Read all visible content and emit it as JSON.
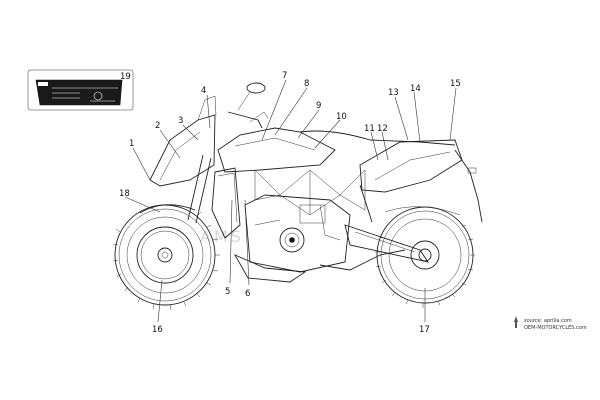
{
  "callouts": [
    {
      "id": "1",
      "label": "1"
    },
    {
      "id": "2",
      "label": "2"
    },
    {
      "id": "3",
      "label": "3"
    },
    {
      "id": "4",
      "label": "4"
    },
    {
      "id": "5",
      "label": "5"
    },
    {
      "id": "6",
      "label": "6"
    },
    {
      "id": "7",
      "label": "7"
    },
    {
      "id": "8",
      "label": "8"
    },
    {
      "id": "9",
      "label": "9"
    },
    {
      "id": "10",
      "label": "10"
    },
    {
      "id": "11",
      "label": "11"
    },
    {
      "id": "12",
      "label": "12"
    },
    {
      "id": "13",
      "label": "13"
    },
    {
      "id": "14",
      "label": "14"
    },
    {
      "id": "15",
      "label": "15"
    },
    {
      "id": "16",
      "label": "16"
    },
    {
      "id": "17",
      "label": "17"
    },
    {
      "id": "18",
      "label": "18"
    },
    {
      "id": "19",
      "label": "19"
    }
  ],
  "watermark": {
    "line1": "source: aprilia.com",
    "line2": "OEM-MOTORCYCLES.com"
  }
}
